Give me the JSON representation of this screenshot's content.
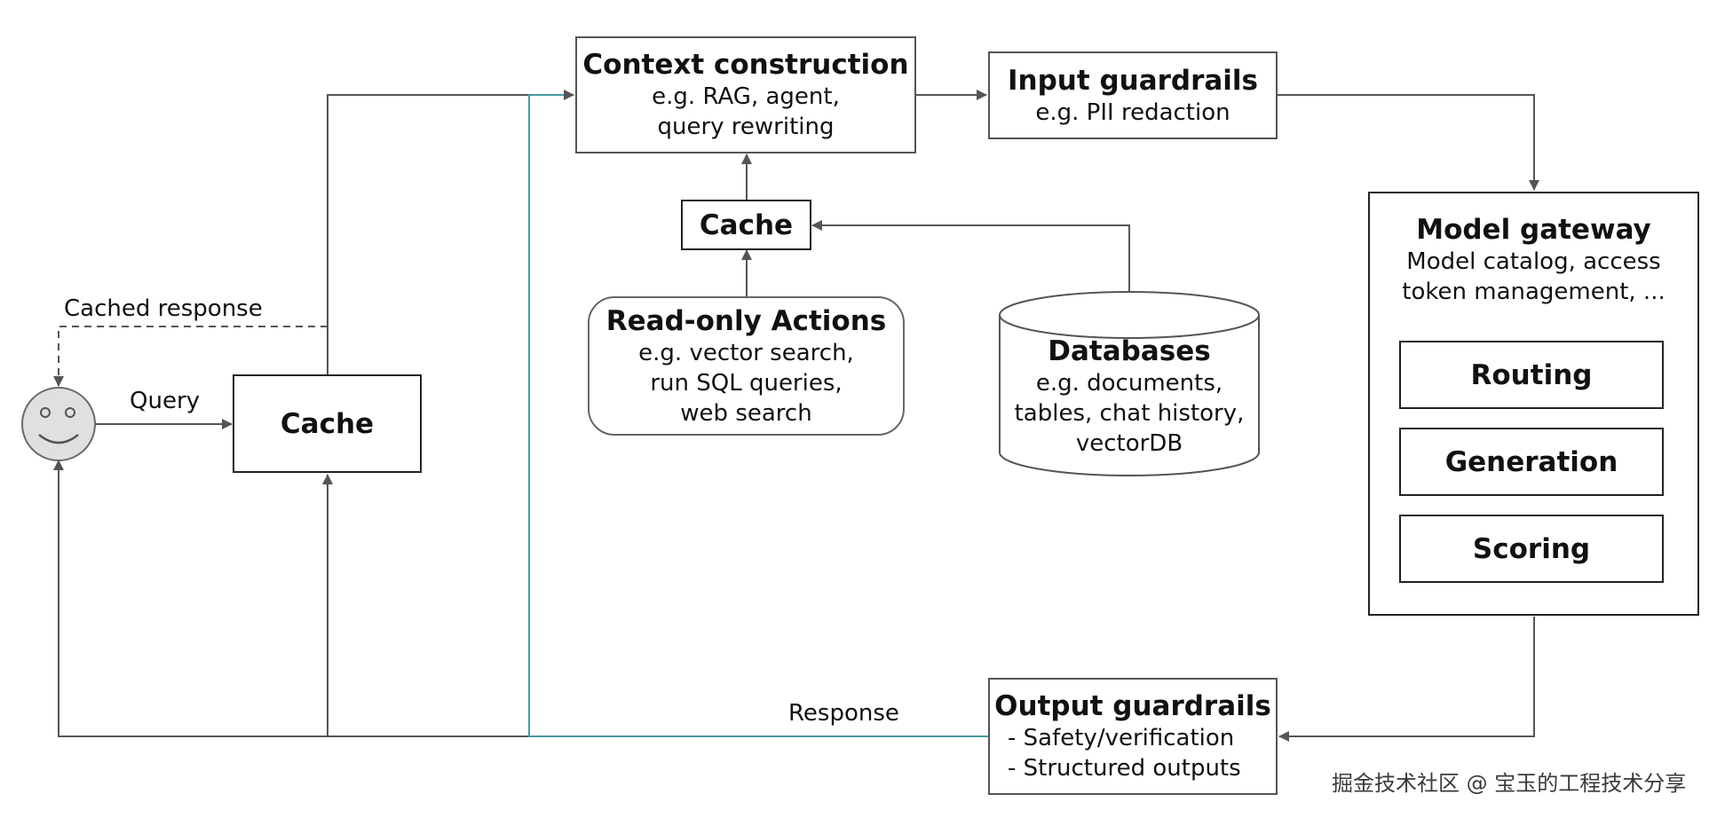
{
  "user": {
    "icon": "smiley-face-icon"
  },
  "labels": {
    "cached_response": "Cached response",
    "query": "Query",
    "response": "Response"
  },
  "cache_main": {
    "title": "Cache"
  },
  "context": {
    "title": "Context construction",
    "lines": [
      "e.g. RAG, agent,",
      "query rewriting"
    ]
  },
  "input_guardrails": {
    "title": "Input guardrails",
    "lines": [
      "e.g. PII redaction"
    ]
  },
  "cache_small": {
    "title": "Cache"
  },
  "readonly": {
    "title": "Read-only Actions",
    "lines": [
      "e.g. vector search,",
      "run SQL queries,",
      "web search"
    ]
  },
  "databases": {
    "title": "Databases",
    "lines": [
      "e.g. documents,",
      "tables, chat history,",
      "vectorDB"
    ]
  },
  "gateway": {
    "title": "Model gateway",
    "lines": [
      "Model catalog, access",
      "token management, ..."
    ],
    "modules": [
      "Routing",
      "Generation",
      "Scoring"
    ]
  },
  "output_guardrails": {
    "title": "Output guardrails",
    "lines": [
      "- Safety/verification",
      "- Structured outputs"
    ]
  },
  "watermark": "掘金技术社区 @ 宝玉的工程技术分享",
  "colors": {
    "line": "#555555",
    "accent": "#4a9aa5",
    "user_fill": "#e0e0e0"
  }
}
